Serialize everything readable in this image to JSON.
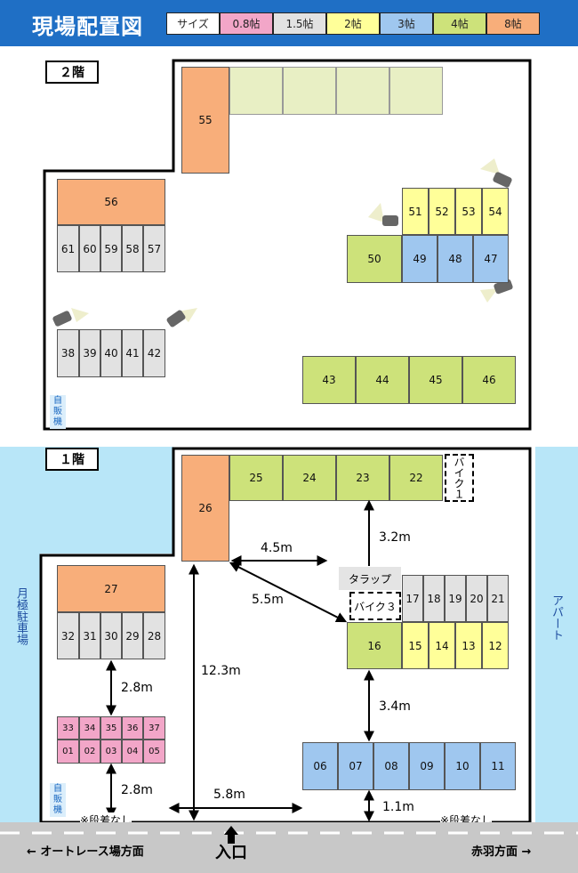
{
  "header": {
    "title": "現場配置図"
  },
  "legend": [
    {
      "label": "サイズ",
      "color": "#ffffff"
    },
    {
      "label": "0.8帖",
      "color": "#f2a6c8"
    },
    {
      "label": "1.5帖",
      "color": "#e2e2e2"
    },
    {
      "label": "2帖",
      "color": "#ffff99"
    },
    {
      "label": "3帖",
      "color": "#9fc7ef"
    },
    {
      "label": "4帖",
      "color": "#cde27a"
    },
    {
      "label": "8帖",
      "color": "#f8ae7a"
    }
  ],
  "floor2": {
    "label": "２階",
    "vending": "自販機",
    "units": {
      "u55": "55",
      "u56": "56",
      "u61": "61",
      "u60": "60",
      "u59": "59",
      "u58": "58",
      "u57": "57",
      "u38": "38",
      "u39": "39",
      "u40": "40",
      "u41": "41",
      "u42": "42",
      "u51": "51",
      "u52": "52",
      "u53": "53",
      "u54": "54",
      "u50": "50",
      "u49": "49",
      "u48": "48",
      "u47": "47",
      "u43": "43",
      "u44": "44",
      "u45": "45",
      "u46": "46"
    }
  },
  "floor1": {
    "label": "１階",
    "vending": "自販機",
    "units": {
      "u26": "26",
      "u25": "25",
      "u24": "24",
      "u23": "23",
      "u22": "22",
      "u27": "27",
      "u32": "32",
      "u31": "31",
      "u30": "30",
      "u29": "29",
      "u28": "28",
      "u33": "33",
      "u34": "34",
      "u35": "35",
      "u36": "36",
      "u37": "37",
      "u01": "01",
      "u02": "02",
      "u03": "03",
      "u04": "04",
      "u05": "05",
      "u17": "17",
      "u18": "18",
      "u19": "19",
      "u20": "20",
      "u21": "21",
      "u16": "16",
      "u15": "15",
      "u14": "14",
      "u13": "13",
      "u12": "12",
      "u06": "06",
      "u07": "07",
      "u08": "08",
      "u09": "09",
      "u10": "10",
      "u11": "11"
    },
    "bike1": "バイク１",
    "bike3": "バイク３",
    "tarap": "タラップ",
    "measurements": {
      "m45": "4.5m",
      "m32": "3.2m",
      "m55": "5.5m",
      "m123": "12.3m",
      "m28a": "2.8m",
      "m28b": "2.8m",
      "m34": "3.4m",
      "m58": "5.8m",
      "m11": "1.1m"
    },
    "no_step_left": "※段差なし",
    "no_step_right": "※段差なし"
  },
  "left_side": "月極駐車場",
  "right_side": "アパート",
  "road": {
    "left": "← オートレース場方面",
    "entrance": "入口",
    "right": "赤羽方面 →"
  }
}
